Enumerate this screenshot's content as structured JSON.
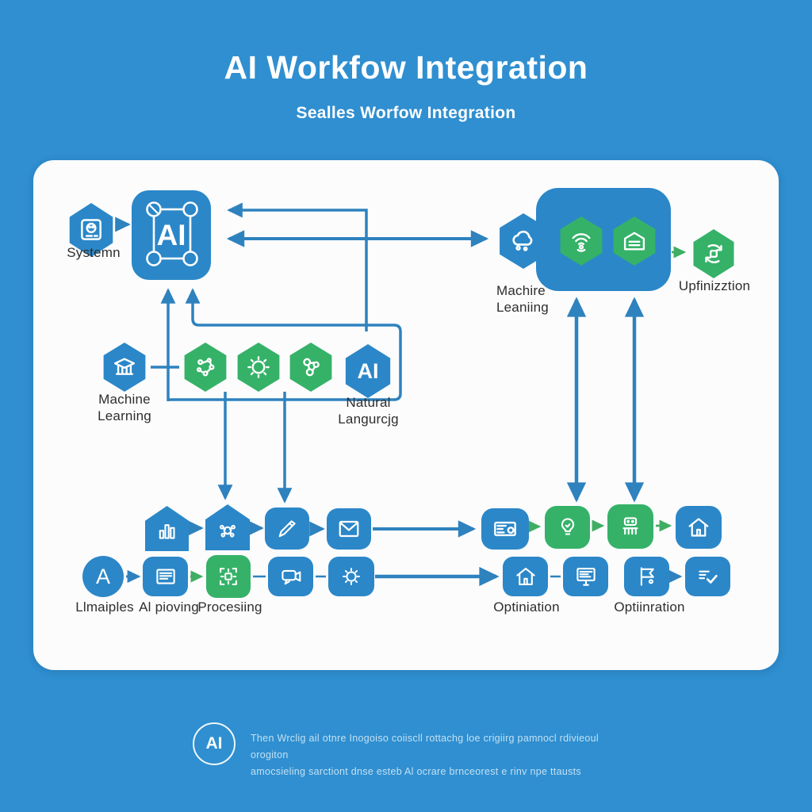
{
  "header": {
    "title": "AI Workfow Integration",
    "subtitle": "Sealles Worfow Integration"
  },
  "nodes": {
    "system_label": "Systemn",
    "ai_box": "AI",
    "machine_learning_right": {
      "line1": "Machire",
      "line2": "Leaniing"
    },
    "optimization_right": "Upfinizztion",
    "machine_learning_left": {
      "line1": "Machine",
      "line2": "Learning"
    },
    "ai_hex": "AI",
    "natural_language": {
      "line1": "Natural",
      "line2": "Langurcjg"
    },
    "a_badge": "A"
  },
  "bottom_labels": {
    "examples": "Llmaiples",
    "ai_pipeline": "Al pioving",
    "processing": "Procesiing",
    "optimization_1": "Optiniation",
    "optimization_2": "Optiinration"
  },
  "footer": {
    "badge": "AI",
    "line1": "Then Wrclig ail otnre Inogoiso coiiscll rottachg loe crigiirg pamnocl rdivieoul orogiton",
    "line2": "amocsieling sarctiont dnse esteb Al ocrare brnceorest e rinv npe ttausts"
  },
  "icons": [
    "system-chip-icon",
    "ai-selection-frame",
    "cloud-ml-icon",
    "wifi-hand-icon",
    "home-server-icon",
    "recycle-chip-icon",
    "school-icon",
    "molecule-dots-icon",
    "sun-icon",
    "molecule-circles-icon",
    "bar-chart-icon",
    "gear-cluster-icon",
    "pen-flag-icon",
    "envelope-icon",
    "monitor-print-icon",
    "bulb-check-icon",
    "robot-calc-icon",
    "home-icon",
    "document-icon",
    "qr-chip-icon",
    "chat-cam-icon",
    "sun-gear-icon",
    "presentation-icon",
    "flag-icon",
    "checklist-check-icon"
  ],
  "colors": {
    "background": "#2F8FD0",
    "card": "#FCFCFD",
    "node_blue": "#2B87C8",
    "node_green": "#35B268",
    "arrow_blue": "#2E82BE",
    "arrow_green": "#3FAE63"
  }
}
